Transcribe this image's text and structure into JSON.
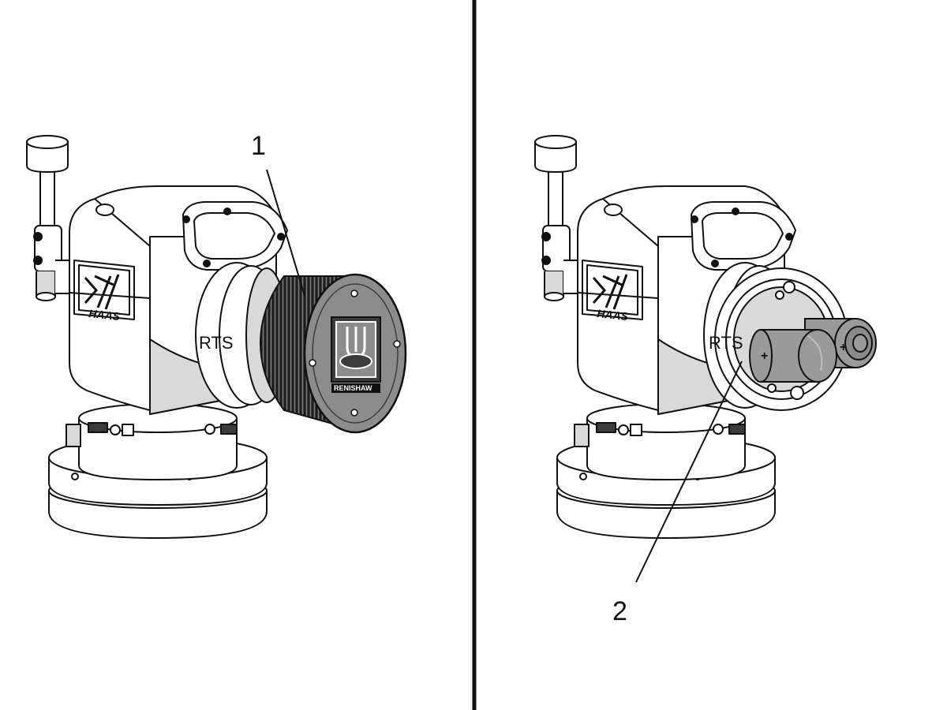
{
  "callouts": {
    "one": "1",
    "two": "2"
  },
  "labels": {
    "rts": "RTS",
    "brand": "HAAS",
    "cap_brand": "RENISHAW",
    "battery_plus": "+"
  },
  "colors": {
    "line": "#111111",
    "body": "#ffffff",
    "shade": "#d9d9d9",
    "dark": "#3c3c3c",
    "cap": "#8c8c8c",
    "battery": "#9a9a9a"
  }
}
